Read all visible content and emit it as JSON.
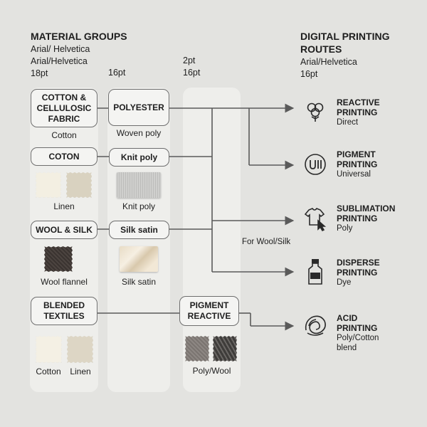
{
  "headers": {
    "left_title": "MATERIAL GROUPS",
    "left_font1": "Arial/ Helvetica",
    "left_font2": "Arial/Helvetica",
    "col1_size": "18pt",
    "col2_size": "16pt",
    "col3_stroke": "2pt",
    "col3_size": "16pt",
    "right_title": "DIGITAL PRINTING ROUTES",
    "right_font": "Arial/Helvetica",
    "right_size": "16pt"
  },
  "column1": {
    "cotton_box": "COTTON &\nCELLULOSIC\nFABRIC",
    "cotton_caption": "Cotton",
    "coton_box": "COTON",
    "linen_caption": "Linen",
    "wool_box": "WOOL & SILK",
    "wool_caption": "Wool flannel",
    "blended_box": "BLENDED\nTEXTILES",
    "blend_caption_cotton": "Cotton",
    "blend_caption_linen": "Linen"
  },
  "column2": {
    "polyester_box": "POLYESTER",
    "woven_caption": "Woven poly",
    "knit_box": "Knit poly",
    "knit_caption": "Knit poly",
    "silk_box": "Silk satin",
    "silk_caption": "Silk satin"
  },
  "column3": {
    "pigment_box": "PIGMENT\nREACTIVE",
    "polywool_caption": "Poly/Wool"
  },
  "annotation": "For Wool/Silk",
  "routes": [
    {
      "title": "REACTIVE\nPRINTING",
      "sub": "Direct",
      "icon": "cotton-flower-icon"
    },
    {
      "title": "PIGMENT\nPRINTING",
      "sub": "Universal",
      "icon": "pigment-ui-icon"
    },
    {
      "title": "SUBLIMATION\nPRINTING",
      "sub": "Poly",
      "icon": "shirt-cursor-icon"
    },
    {
      "title": "DISPERSE\nPRINTING",
      "sub": "Dye",
      "icon": "bottle-icon"
    },
    {
      "title": "ACID\nPRINTING",
      "sub": "Poly/Cotton\nblend",
      "icon": "wool-swirl-icon"
    }
  ],
  "colors": {
    "background": "#e3e3e0",
    "panel": "#eeeeeb",
    "line": "#5a5a5a"
  }
}
